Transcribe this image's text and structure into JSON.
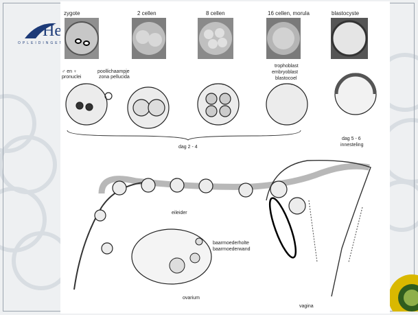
{
  "logo": {
    "text": "Hel",
    "subtitle": "OPLEIDINGEN"
  },
  "stages": [
    {
      "label": "zygote"
    },
    {
      "label": "2 cellen"
    },
    {
      "label": "8 cellen"
    },
    {
      "label": "16 cellen, morula"
    },
    {
      "label": "blastocyste"
    }
  ],
  "annotations": {
    "pronuclei": "♂ en ♀\npronuclei",
    "poollichaampje": "poollichaampje",
    "zona": "zona pellucida",
    "trophoblast": "trophoblast",
    "embryoblast": "embryoblast",
    "blastocoel": "blastocoel",
    "dag24": "dag 2 - 4",
    "dag56": "dag 5 - 6",
    "innesteling": "innesteling",
    "eileider": "eileider",
    "baarmoederholte": "baarmoederholte",
    "baarmoederwand": "baarmoederwand",
    "ovarium": "ovarium",
    "vagina": "vagina"
  },
  "colors": {
    "accent": "#1c3a78",
    "frame": "#9aa3ad"
  }
}
